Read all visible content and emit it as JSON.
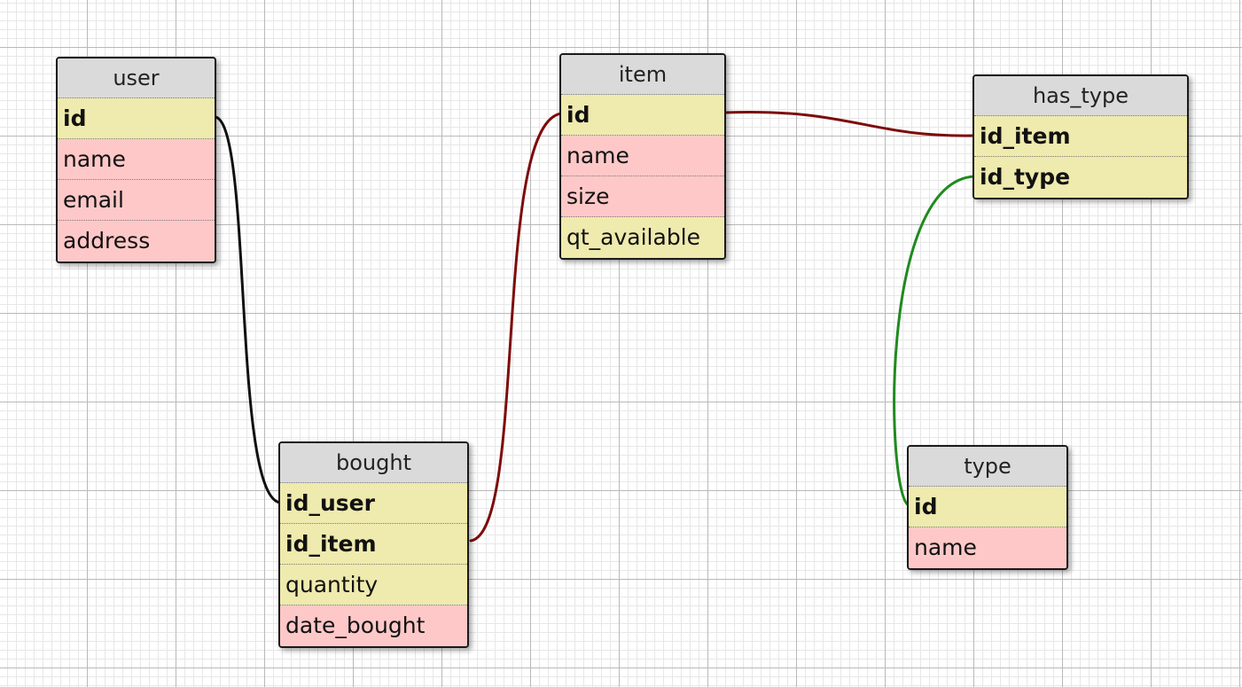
{
  "colors": {
    "key_field": "#efeaad",
    "plain_field": "#ffc8c8",
    "title_bar": "#dadada",
    "link_user_bought": "#111111",
    "link_item": "#7d0b0b",
    "link_type": "#1f8a1f"
  },
  "tables": {
    "user": {
      "name": "user",
      "fields": [
        {
          "name": "id",
          "key": true,
          "color": "yellow"
        },
        {
          "name": "name",
          "key": false,
          "color": "pink"
        },
        {
          "name": "email",
          "key": false,
          "color": "pink"
        },
        {
          "name": "address",
          "key": false,
          "color": "pink"
        }
      ]
    },
    "item": {
      "name": "item",
      "fields": [
        {
          "name": "id",
          "key": true,
          "color": "yellow"
        },
        {
          "name": "name",
          "key": false,
          "color": "pink"
        },
        {
          "name": "size",
          "key": false,
          "color": "pink"
        },
        {
          "name": "qt_available",
          "key": false,
          "color": "yellow"
        }
      ]
    },
    "has_type": {
      "name": "has_type",
      "fields": [
        {
          "name": "id_item",
          "key": true,
          "color": "yellow"
        },
        {
          "name": "id_type",
          "key": true,
          "color": "yellow"
        }
      ]
    },
    "bought": {
      "name": "bought",
      "fields": [
        {
          "name": "id_user",
          "key": true,
          "color": "yellow"
        },
        {
          "name": "id_item",
          "key": true,
          "color": "yellow"
        },
        {
          "name": "quantity",
          "key": false,
          "color": "yellow"
        },
        {
          "name": "date_bought",
          "key": false,
          "color": "pink"
        }
      ]
    },
    "type": {
      "name": "type",
      "fields": [
        {
          "name": "id",
          "key": true,
          "color": "yellow"
        },
        {
          "name": "name",
          "key": false,
          "color": "pink"
        }
      ]
    }
  },
  "relations": [
    {
      "from": "user.id",
      "to": "bought.id_user",
      "color": "#111111"
    },
    {
      "from": "bought.id_item",
      "to": "item.id",
      "color": "#7d0b0b"
    },
    {
      "from": "item.id",
      "to": "has_type.id_item",
      "color": "#7d0b0b"
    },
    {
      "from": "has_type.id_type",
      "to": "type.id",
      "color": "#1f8a1f"
    }
  ]
}
